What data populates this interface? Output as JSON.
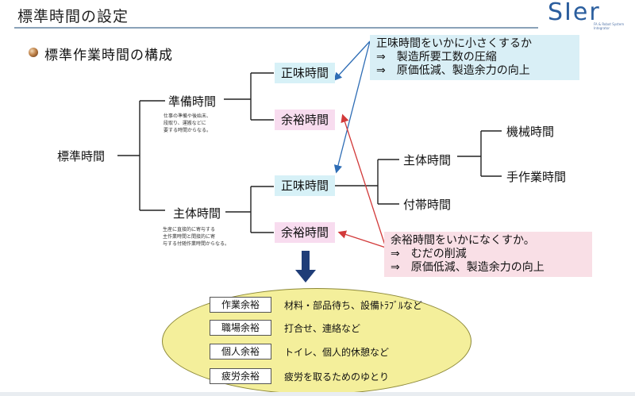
{
  "header": {
    "title": "標準時間の設定",
    "logo_text": "SIer",
    "logo_sub": "FA & Robot System Integrator"
  },
  "subtitle": "標準作業時間の構成",
  "tree": {
    "root": "標準時間",
    "prep": {
      "label": "準備時間",
      "note": "仕事の準備や後始末、\n段取り、運搬などに\n要する時間からなる。",
      "net": "正味時間",
      "allowance": "余裕時間"
    },
    "main": {
      "label": "主体時間",
      "note": "生産に直接的に寄与する\n主作業時間と間接的に寄\n与する付随作業時間からなる。",
      "net": "正味時間",
      "allowance": "余裕時間"
    },
    "net_breakdown": {
      "main_work": "主体時間",
      "machine": "機械時間",
      "manual": "手作業時間",
      "incidental": "付帯時間"
    }
  },
  "callout_net": {
    "lines": [
      "正味時間をいかに小さくするか",
      "⇒　製造所要工数の圧縮",
      "⇒　原価低減、製造余力の向上"
    ]
  },
  "callout_allowance": {
    "lines": [
      "余裕時間をいかになくすか。",
      "⇒　むだの削減",
      "⇒　原価低減、製造余力の向上"
    ]
  },
  "allowances": [
    {
      "label": "作業余裕",
      "desc": "材料・部品待ち、設備ﾄﾗﾌﾞﾙなど"
    },
    {
      "label": "職場余裕",
      "desc": "打合せ、連絡など"
    },
    {
      "label": "個人余裕",
      "desc": "トイレ、個人的休憩など"
    },
    {
      "label": "疲労余裕",
      "desc": "疲労を取るためのゆとり"
    }
  ],
  "colors": {
    "net_box": "#d7f1f7",
    "allowance_box": "#f8dcef",
    "arrow_blue": "#2e6db5",
    "arrow_red": "#d23a3a",
    "oval_fill": "#f4ef9b"
  }
}
